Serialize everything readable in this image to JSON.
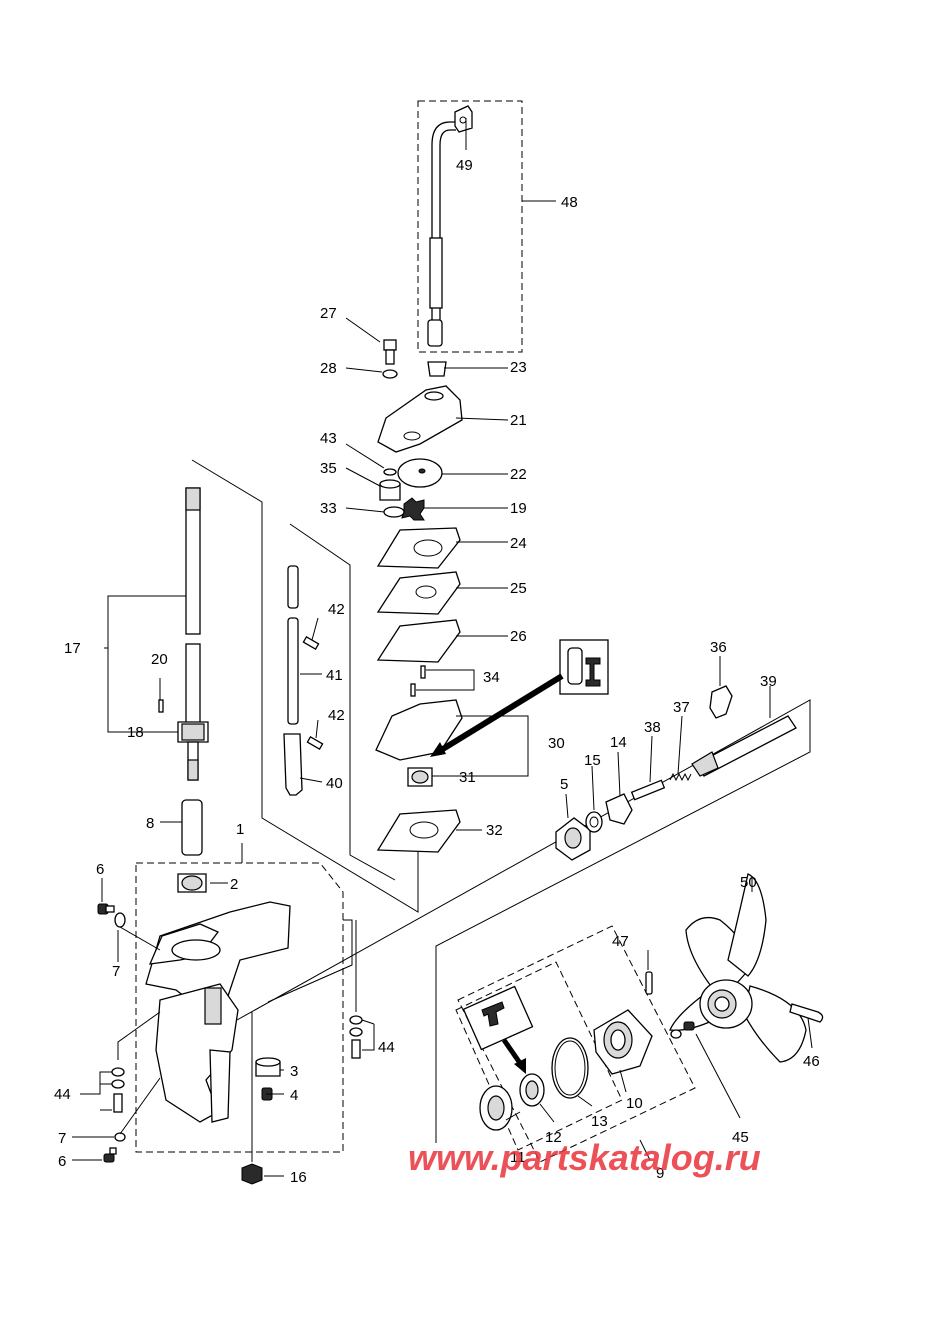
{
  "watermark": "www.partskatalog.ru",
  "callouts": {
    "p1": "1",
    "p2": "2",
    "p3": "3",
    "p4": "4",
    "p5": "5",
    "p6a": "6",
    "p6b": "6",
    "p7a": "7",
    "p7b": "7",
    "p8": "8",
    "p9": "9",
    "p10": "10",
    "p11": "11",
    "p12": "12",
    "p13": "13",
    "p14": "14",
    "p15": "15",
    "p16": "16",
    "p17": "17",
    "p18": "18",
    "p19": "19",
    "p20": "20",
    "p21": "21",
    "p22": "22",
    "p23": "23",
    "p24": "24",
    "p25": "25",
    "p26": "26",
    "p27": "27",
    "p28": "28",
    "p30": "30",
    "p31": "31",
    "p32": "32",
    "p33": "33",
    "p34": "34",
    "p35": "35",
    "p36": "36",
    "p37": "37",
    "p38": "38",
    "p39": "39",
    "p40": "40",
    "p41": "41",
    "p42a": "42",
    "p42b": "42",
    "p43": "43",
    "p44a": "44",
    "p44b": "44",
    "p45": "45",
    "p46": "46",
    "p47": "47",
    "p48": "48",
    "p49": "49",
    "p50": "50"
  }
}
